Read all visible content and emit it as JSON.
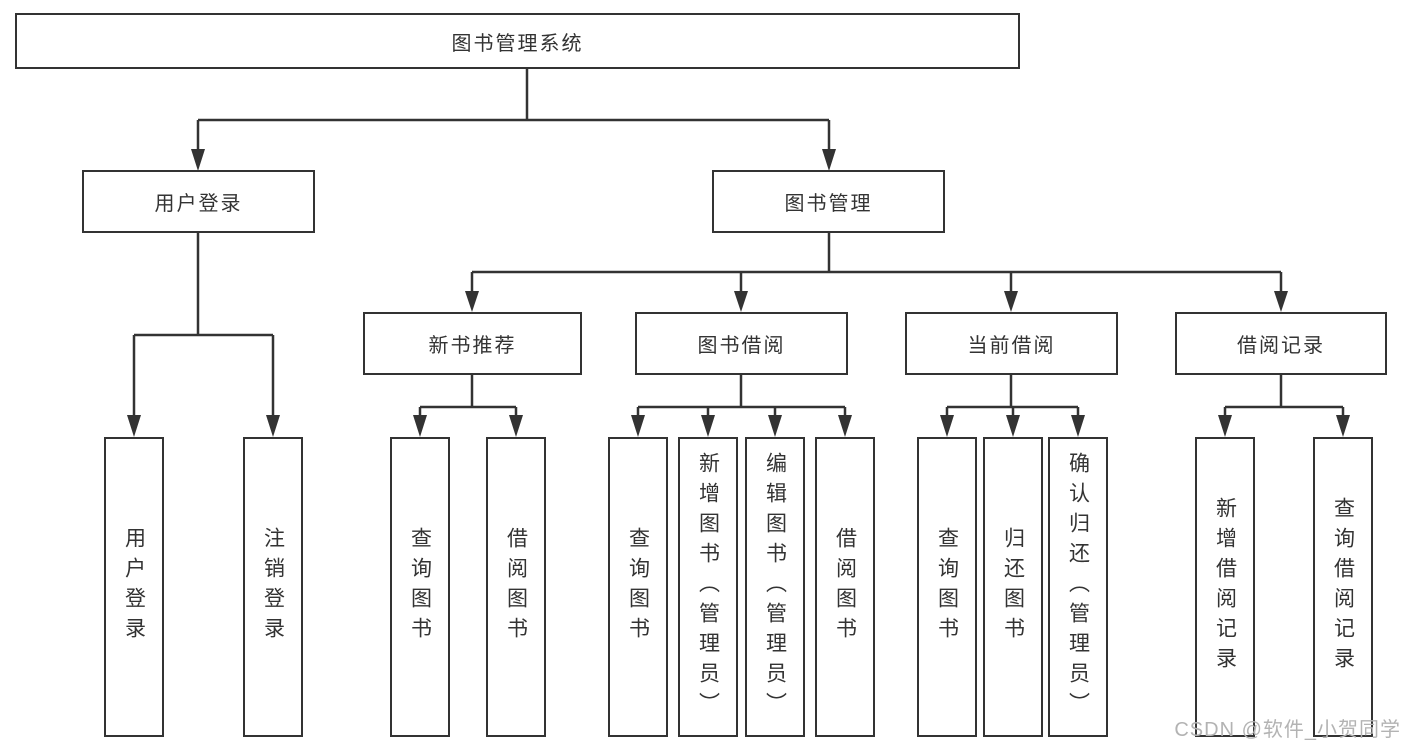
{
  "diagram": {
    "root": {
      "label": "图书管理系统"
    },
    "level2": [
      {
        "label": "用户登录"
      },
      {
        "label": "图书管理"
      }
    ],
    "level3": [
      {
        "label": "新书推荐"
      },
      {
        "label": "图书借阅"
      },
      {
        "label": "当前借阅"
      },
      {
        "label": "借阅记录"
      }
    ],
    "leaves": {
      "user_login": [
        {
          "label": "用户登录"
        },
        {
          "label": "注销登录"
        }
      ],
      "new_book": [
        {
          "label": "查询图书"
        },
        {
          "label": "借阅图书"
        }
      ],
      "book_borrow": [
        {
          "label": "查询图书"
        },
        {
          "label": "新增图书（管理员）"
        },
        {
          "label": "编辑图书（管理员）"
        },
        {
          "label": "借阅图书"
        }
      ],
      "current_borrow": [
        {
          "label": "查询图书"
        },
        {
          "label": "归还图书"
        },
        {
          "label": "确认归还（管理员）"
        }
      ],
      "records": [
        {
          "label": "新增借阅记录"
        },
        {
          "label": "查询借阅记录"
        }
      ]
    }
  },
  "watermark": {
    "text": "CSDN @软件_小贺同学"
  },
  "colors": {
    "line": "#333333",
    "text": "#333333",
    "watermark": "#b3b3b3",
    "background": "#ffffff"
  }
}
